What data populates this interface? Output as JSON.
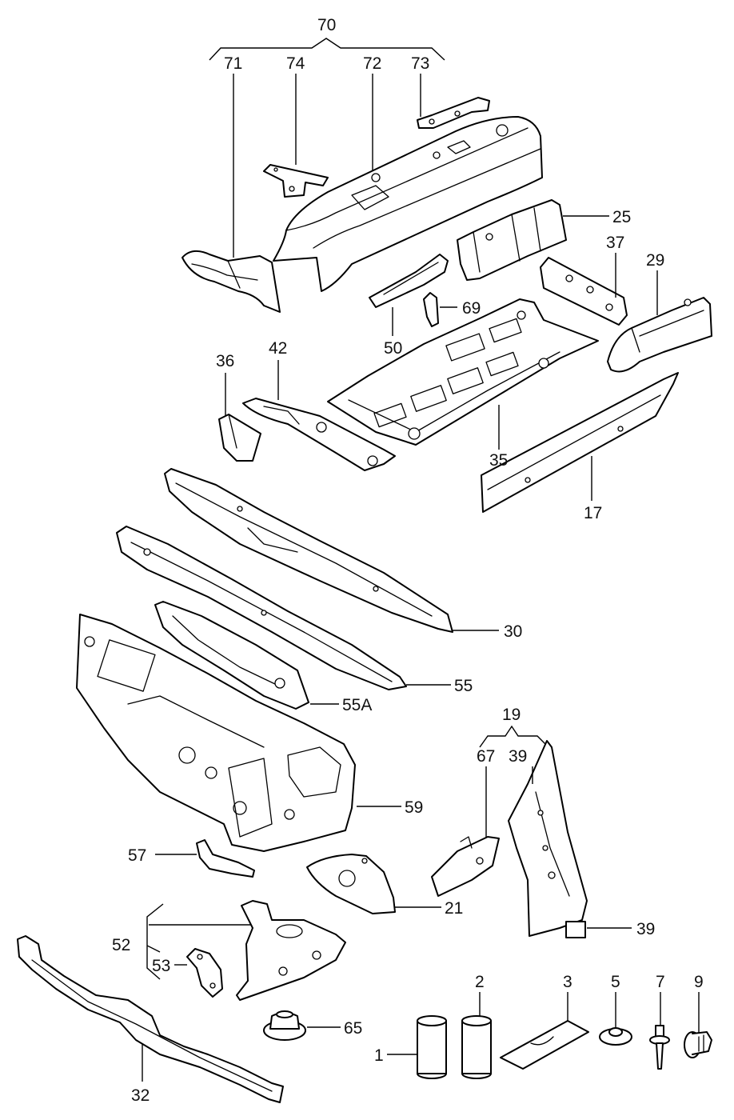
{
  "colors": {
    "line": "#000000",
    "fill": "#ffffff",
    "text": "#111111"
  },
  "labels": {
    "l70": "70",
    "l71": "71",
    "l74": "74",
    "l72": "72",
    "l73": "73",
    "l25": "25",
    "l37": "37",
    "l29": "29",
    "l69": "69",
    "l50": "50",
    "l36": "36",
    "l42": "42",
    "l35": "35",
    "l17": "17",
    "l30": "30",
    "l55": "55",
    "l55a": "55A",
    "l59": "59",
    "l19": "19",
    "l67": "67",
    "l39a": "39",
    "l39b": "39",
    "l57": "57",
    "l21": "21",
    "l52": "52",
    "l53": "53",
    "l65": "65",
    "l32": "32",
    "l1": "1",
    "l2": "2",
    "l3": "3",
    "l5": "5",
    "l7": "7",
    "l9": "9"
  }
}
